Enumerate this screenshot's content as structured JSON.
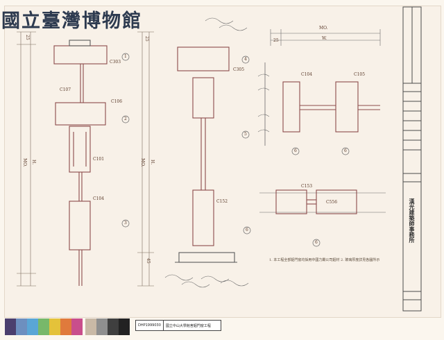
{
  "watermark": "國立臺灣博物館",
  "dims": {
    "mo": "MO.",
    "w": "W.",
    "h": "H.",
    "d25": "25",
    "d45": "45"
  },
  "parts": {
    "c303": "C303",
    "c107": "C107",
    "c106": "C106",
    "c101": "C101",
    "c104": "C104",
    "c305": "C305",
    "c152": "C152",
    "c105": "C105",
    "c153": "C153",
    "c556": "C556"
  },
  "details": {
    "d1": "1",
    "d2": "2",
    "d3": "3",
    "d4": "4",
    "d5": "5",
    "d6": "6",
    "d7": "6",
    "d8": "6",
    "d9": "6"
  },
  "notes": "1. 本工程全部鋁門窗均採用中國力霸公司鋁材  2. 玻璃厚度詳見各圖所示",
  "title_block": {
    "office": "漢光建築師事務所"
  },
  "archive": {
    "id": "DHP1999030",
    "title": "國立中山大學館舍鋁門窗工程"
  }
}
